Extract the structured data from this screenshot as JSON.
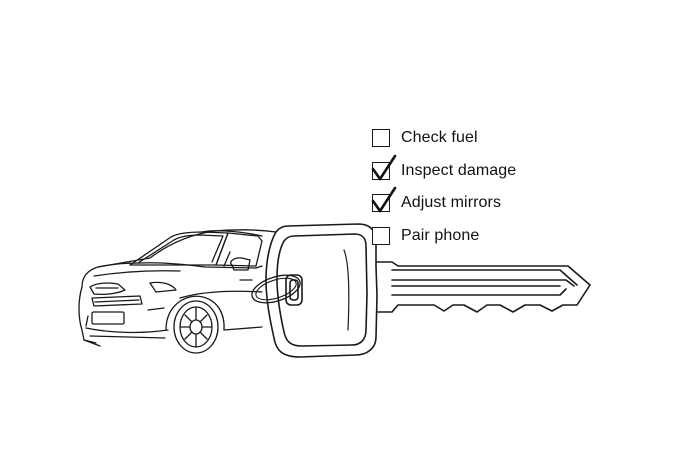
{
  "checklist": {
    "items": [
      {
        "label": "Check fuel",
        "checked": false
      },
      {
        "label": "Inspect damage",
        "checked": true
      },
      {
        "label": "Adjust mirrors",
        "checked": true
      },
      {
        "label": "Pair phone",
        "checked": false
      }
    ]
  },
  "colors": {
    "line": "#1a1a1a",
    "background": "#ffffff"
  },
  "icons": {
    "car": "car-illustration",
    "key": "car-key-illustration",
    "check": "checkmark-icon"
  }
}
